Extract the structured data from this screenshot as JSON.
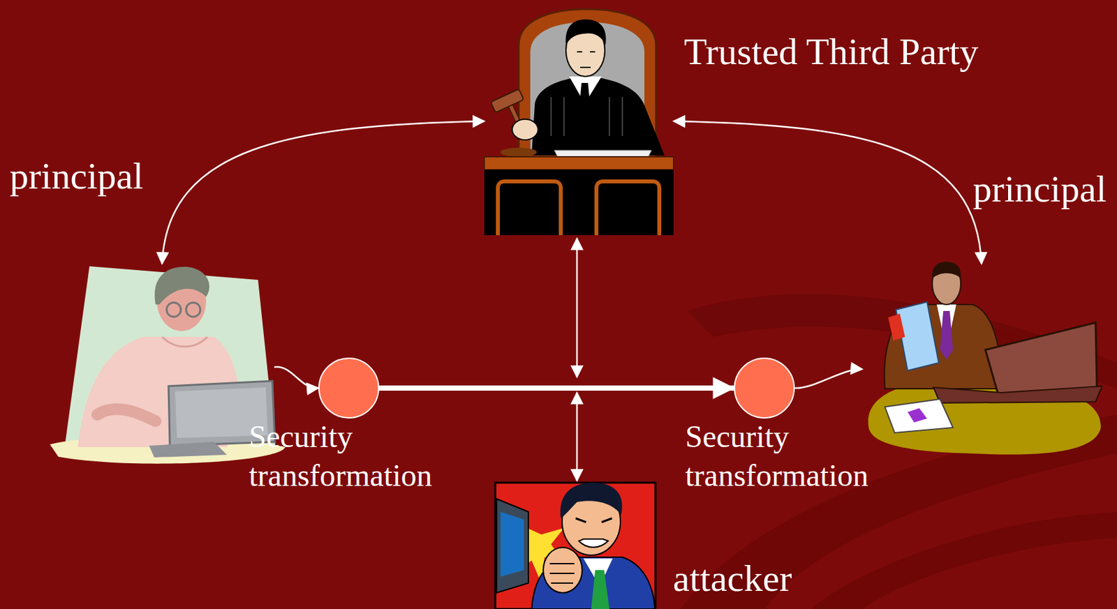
{
  "diagram": {
    "nodes": [
      {
        "text": [
          "Trusted Third Party"
        ]
      },
      {
        "text": [
          "principal"
        ]
      },
      {
        "text": [
          "principal"
        ]
      },
      {
        "text": [
          "Security transformation"
        ]
      },
      {
        "text": [
          "Security transformation"
        ]
      },
      {
        "text": [
          "attacker"
        ]
      }
    ],
    "edges": [
      {
        "from": 0,
        "to": 1,
        "arrow": "both"
      },
      {
        "from": 0,
        "to": 2,
        "arrow": "both"
      },
      {
        "from": 1,
        "to": 3,
        "arrow": "to"
      },
      {
        "from": 3,
        "to": 4,
        "arrow": "to"
      },
      {
        "from": 4,
        "to": 2,
        "arrow": "to"
      }
    ]
  }
}
